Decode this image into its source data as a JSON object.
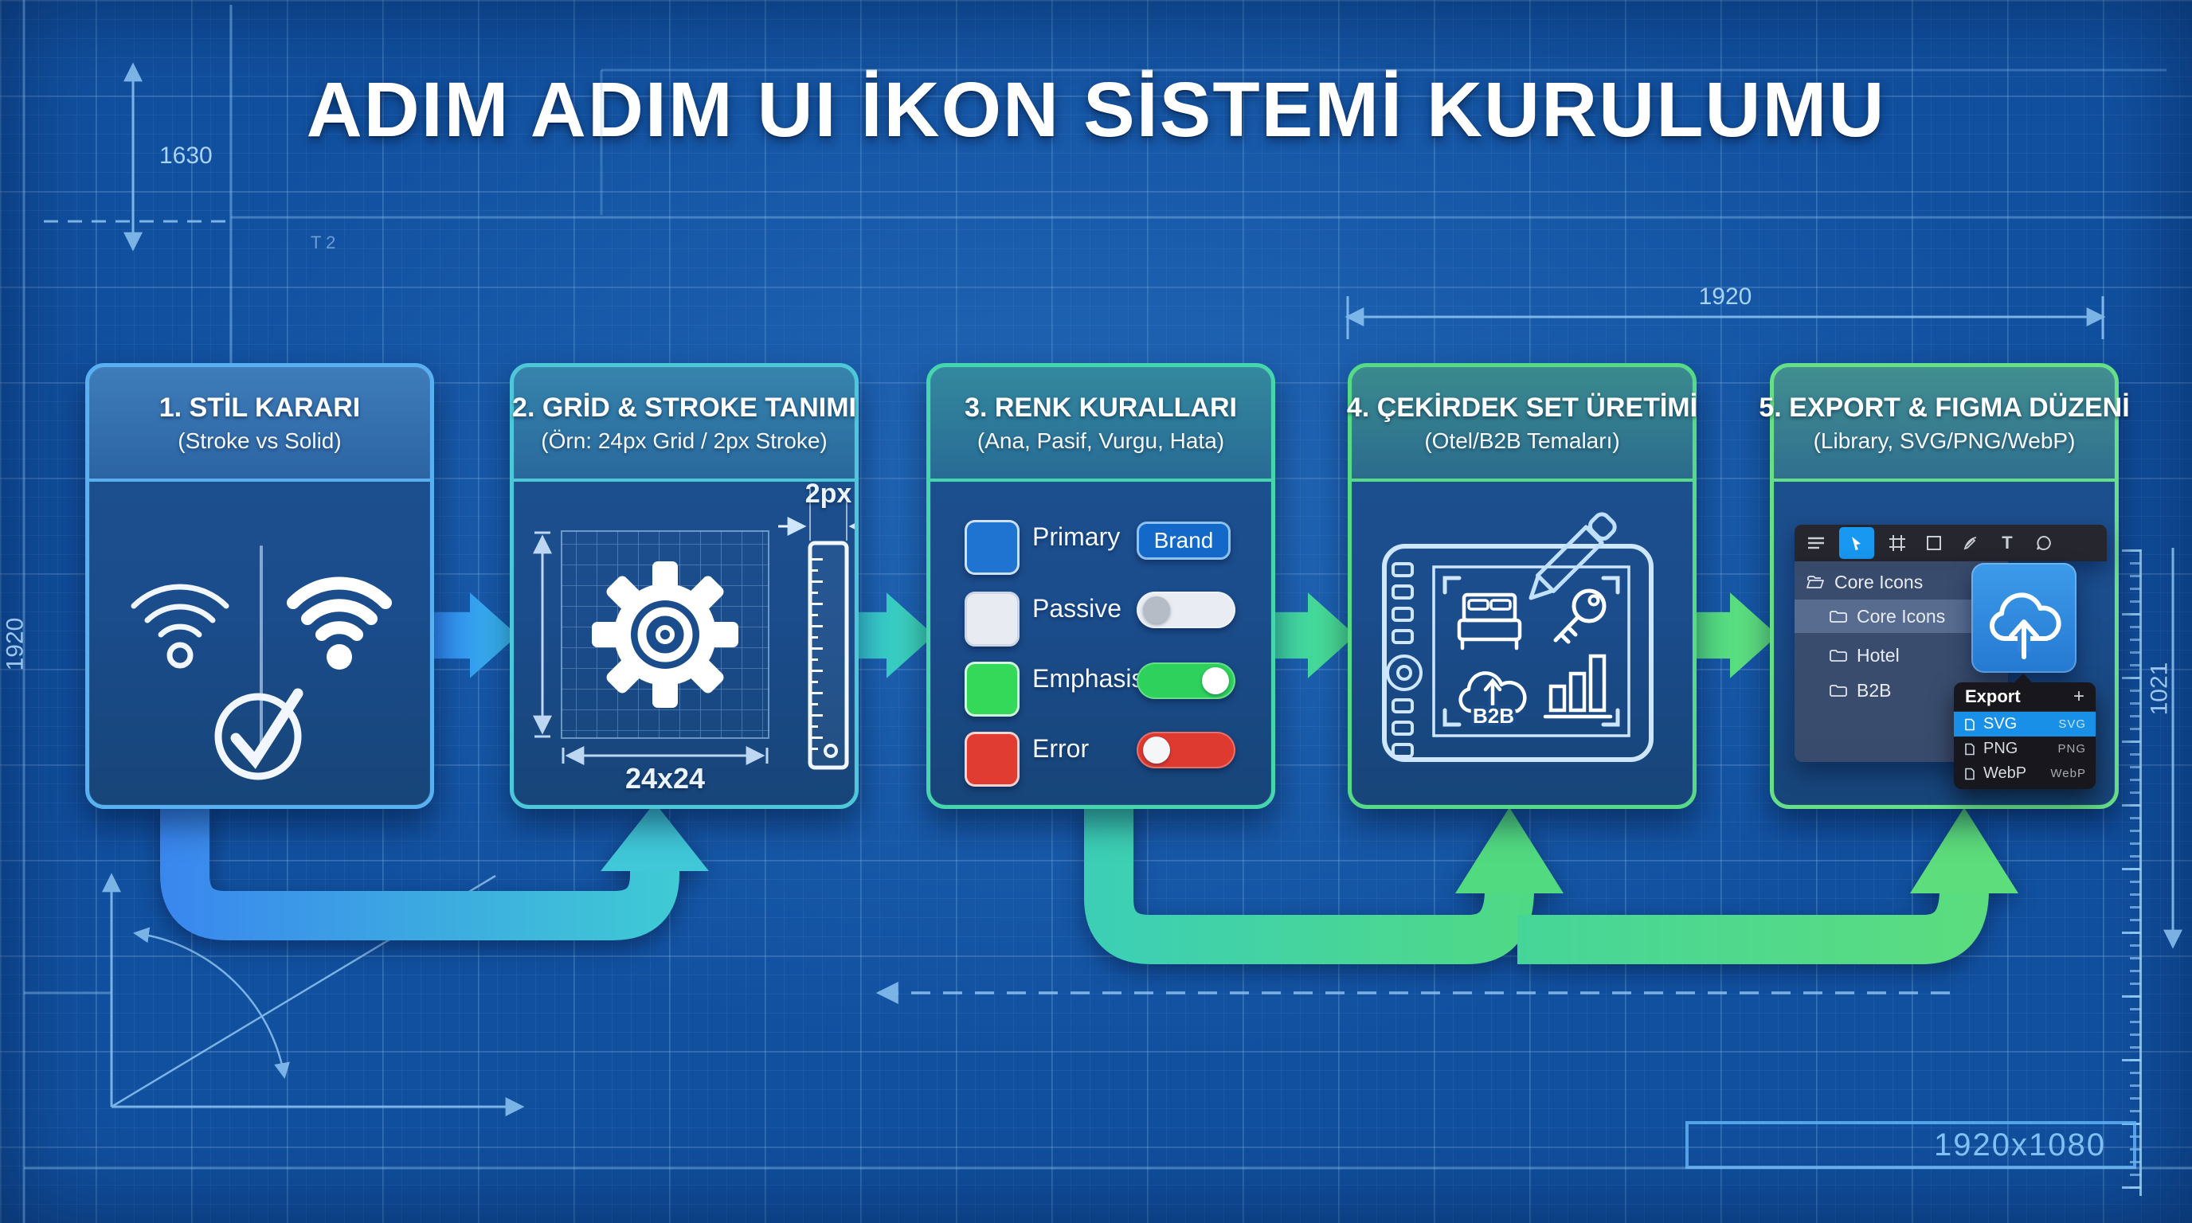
{
  "title": "ADIM ADIM UI İKON SİSTEMİ KURULUMU",
  "blueprint": {
    "dim_left_top": "1630",
    "dim_top_right": "1920",
    "dim_left_edge": "1920",
    "dim_right_edge": "1021",
    "dim_canvas": "1920x1080",
    "corner_note": "T 2"
  },
  "steps": [
    {
      "title": "1. STİL KARARI",
      "subtitle": "(Stroke vs Solid)"
    },
    {
      "title": "2. GRİD & STROKE TANIMI",
      "subtitle": "(Örn: 24px Grid / 2px Stroke)",
      "grid_label": "24x24",
      "stroke_label": "2px"
    },
    {
      "title": "3. RENK KURALLARI",
      "subtitle": "(Ana, Pasif, Vurgu, Hata)",
      "rows": [
        {
          "label": "Primary",
          "badge": "Brand",
          "swatch": "#1e74d0",
          "state": "badge"
        },
        {
          "label": "Passive",
          "swatch": "#e8ecf2",
          "state": "off"
        },
        {
          "label": "Emphasis",
          "swatch": "#35d95a",
          "state": "on"
        },
        {
          "label": "Error",
          "swatch": "#e03c31",
          "state": "error-on-left"
        }
      ]
    },
    {
      "title": "4. ÇEKİRDEK SET ÜRETİMİ",
      "subtitle": "(Otel/B2B Temaları)",
      "cloud_label": "B2B"
    },
    {
      "title": "5. EXPORT & FIGMA DÜZENİ",
      "subtitle": "(Library, SVG/PNG/WebP)",
      "figma": {
        "tool_text": "T",
        "layers": [
          {
            "label": "Core Icons",
            "type": "root-open-folder"
          },
          {
            "label": "Core Icons",
            "type": "selected"
          },
          {
            "label": "Hotel",
            "type": "folder"
          },
          {
            "label": "B2B",
            "type": "folder"
          }
        ],
        "export_panel": {
          "title": "Export",
          "add": "+",
          "rows": [
            {
              "name": "SVG",
              "ext": "SVG"
            },
            {
              "name": "PNG",
              "ext": "PNG"
            },
            {
              "name": "WebP",
              "ext": "WebP"
            }
          ]
        }
      }
    }
  ],
  "colors": {
    "step1_accent": "#58b0f0",
    "step2_accent": "#4cc8d8",
    "step3_accent": "#46d6ae",
    "step4_accent": "#57da85",
    "step5_accent": "#67df87",
    "primary_swatch": "#1e74d0",
    "passive_swatch": "#e8ecf2",
    "emphasis_swatch": "#35d95a",
    "error_swatch": "#e03c31",
    "figma_blue": "#18a0fb"
  }
}
